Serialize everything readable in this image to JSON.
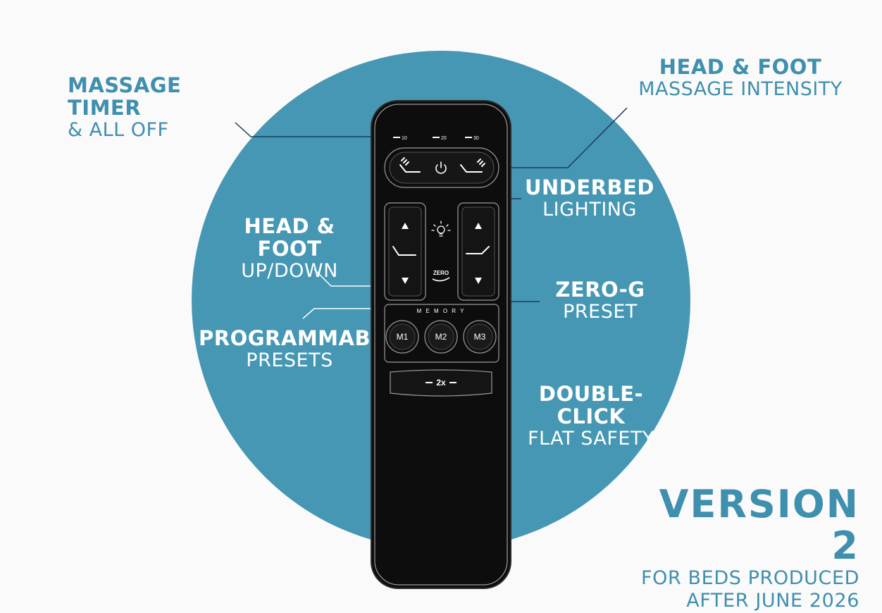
{
  "labels": {
    "massage_timer": {
      "title": "MASSAGE TIMER",
      "sub": "& ALL OFF"
    },
    "intensity": {
      "title": "HEAD & FOOT",
      "sub": "MASSAGE INTENSITY"
    },
    "underbed": {
      "title": "UNDERBED",
      "sub": "LIGHTING"
    },
    "updown": {
      "title": "HEAD & FOOT",
      "sub": "UP/DOWN"
    },
    "zerog": {
      "title": "ZERO-G",
      "sub": "PRESET"
    },
    "presets": {
      "title": "PROGRAMMABLE",
      "sub": "PRESETS"
    },
    "flat": {
      "title": "DOUBLE-CLICK",
      "sub": "FLAT SAFETY"
    }
  },
  "version": {
    "title": "VERSION 2",
    "line1": "FOR BEDS PRODUCED",
    "line2": "AFTER JUNE 2026"
  },
  "remote": {
    "timer_marks": [
      "10",
      "20",
      "30"
    ],
    "memory_label": "M E M O R Y",
    "memory_buttons": [
      "M1",
      "M2",
      "M3"
    ],
    "zero_label": "ZERO",
    "flat_label": "2x"
  },
  "colors": {
    "accent": "#3f8fae",
    "circle": "#4597b4",
    "remote_body": "#111111",
    "remote_outline": "#bfbfbf"
  }
}
